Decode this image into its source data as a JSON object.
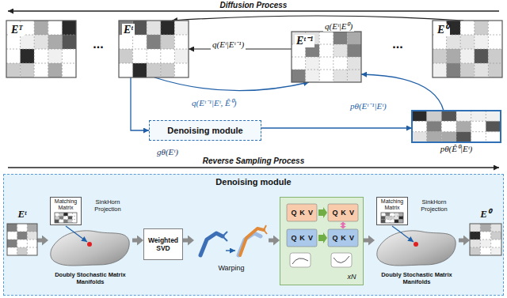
{
  "diagram": {
    "nodes": [
      {
        "text": [
          "Eᵀ"
        ]
      },
      {
        "text": [
          "Eᵗ"
        ]
      },
      {
        "text": [
          "Eᵗ⁻¹"
        ]
      },
      {
        "text": [
          "E⁰"
        ]
      },
      {
        "text": [
          "Denoising module"
        ]
      },
      {
        "text": [
          "pθ(Ê⁰|Eᵗ)"
        ]
      },
      {
        "text": [
          "Denoising module"
        ]
      },
      {
        "text": [
          "Eᵗ"
        ],
        "in": 6
      },
      {
        "text": [
          "Matching Matrix",
          "SinkHorn Projection",
          "Doubly Stochastic Matrix Manifolds"
        ],
        "in": 6
      },
      {
        "text": [
          "Weighted SVD"
        ],
        "in": 6
      },
      {
        "text": [
          "Warping"
        ],
        "in": 6
      },
      {
        "text": [
          "xN"
        ],
        "in": 6
      },
      {
        "text": [
          "Matching Matrix",
          "SinkHorn Projection",
          "Doubly Stochastic Matrix Manifolds"
        ],
        "in": 6
      },
      {
        "text": [
          "E⁰"
        ],
        "in": 6
      }
    ],
    "edges": [
      {
        "from": 3,
        "to": 1,
        "arrow": "to",
        "label": "q(Eᵗ|E⁰)"
      },
      {
        "from": 2,
        "to": 1,
        "arrow": "to",
        "label": "q(Eᵗ|Eᵗ⁻¹)"
      },
      {
        "from": 1,
        "to": 2,
        "arrow": "to",
        "label": "q(Eᵗ⁻¹|Eᵗ, Ê⁰)"
      },
      {
        "from": 1,
        "to": 4,
        "arrow": "to",
        "label": "gθ(Eᵗ)"
      },
      {
        "from": 4,
        "to": 5,
        "arrow": "to"
      },
      {
        "from": 5,
        "to": 2,
        "arrow": "to",
        "label": "pθ(Eᵗ⁻¹|Eᵗ)"
      },
      {
        "from": 7,
        "to": 8,
        "arrow": "to"
      },
      {
        "from": 8,
        "to": 9,
        "arrow": "to"
      },
      {
        "from": 9,
        "to": 10,
        "arrow": "to"
      },
      {
        "from": 10,
        "to": 11,
        "arrow": "to"
      },
      {
        "from": 11,
        "to": 12,
        "arrow": "to"
      },
      {
        "from": 12,
        "to": 13,
        "arrow": "to"
      }
    ],
    "labels": [
      "Diffusion Process",
      "Reverse Sampling Process",
      "...",
      "...",
      "Q",
      "K",
      "V",
      "Q",
      "K",
      "V",
      "Q",
      "K",
      "V",
      "Q",
      "K",
      "V"
    ]
  }
}
